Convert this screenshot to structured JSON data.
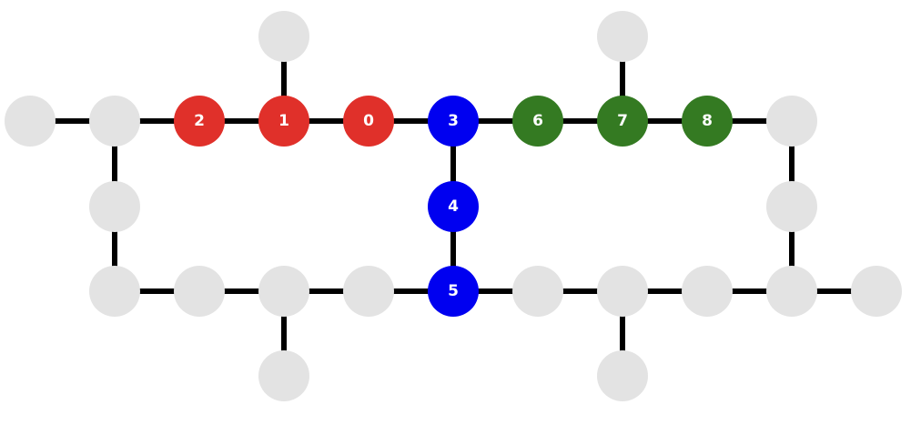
{
  "colors": {
    "edge": "#000000",
    "idle": "#e3e3e3",
    "red": "#e0302a",
    "blue": "#0000f0",
    "green": "#347a22",
    "label": "#ffffff"
  },
  "nodes": [
    {
      "id": "n-far-left",
      "group": "idle",
      "label": ""
    },
    {
      "id": "n-top-left-corner",
      "group": "idle",
      "label": ""
    },
    {
      "id": "q2",
      "group": "red",
      "label": "2"
    },
    {
      "id": "q1",
      "group": "red",
      "label": "1"
    },
    {
      "id": "q0",
      "group": "red",
      "label": "0"
    },
    {
      "id": "q3",
      "group": "blue",
      "label": "3"
    },
    {
      "id": "q6",
      "group": "green",
      "label": "6"
    },
    {
      "id": "q7",
      "group": "green",
      "label": "7"
    },
    {
      "id": "q8",
      "group": "green",
      "label": "8"
    },
    {
      "id": "n-top-right-corner",
      "group": "idle",
      "label": ""
    },
    {
      "id": "n-stub-above-1",
      "group": "idle",
      "label": ""
    },
    {
      "id": "n-stub-above-7",
      "group": "idle",
      "label": ""
    },
    {
      "id": "n-left-mid",
      "group": "idle",
      "label": ""
    },
    {
      "id": "q4",
      "group": "blue",
      "label": "4"
    },
    {
      "id": "n-right-mid",
      "group": "idle",
      "label": ""
    },
    {
      "id": "n-bottom-left-corner",
      "group": "idle",
      "label": ""
    },
    {
      "id": "n-bottom-2",
      "group": "idle",
      "label": ""
    },
    {
      "id": "n-bottom-3",
      "group": "idle",
      "label": ""
    },
    {
      "id": "n-bottom-4",
      "group": "idle",
      "label": ""
    },
    {
      "id": "q5",
      "group": "blue",
      "label": "5"
    },
    {
      "id": "n-bottom-6",
      "group": "idle",
      "label": ""
    },
    {
      "id": "n-bottom-7",
      "group": "idle",
      "label": ""
    },
    {
      "id": "n-bottom-8",
      "group": "idle",
      "label": ""
    },
    {
      "id": "n-bottom-right-corner",
      "group": "idle",
      "label": ""
    },
    {
      "id": "n-far-right",
      "group": "idle",
      "label": ""
    },
    {
      "id": "n-stub-below-3",
      "group": "idle",
      "label": ""
    },
    {
      "id": "n-stub-below-7",
      "group": "idle",
      "label": ""
    }
  ],
  "edges": [
    [
      "n-far-left",
      "n-top-left-corner"
    ],
    [
      "n-top-left-corner",
      "q2"
    ],
    [
      "q2",
      "q1"
    ],
    [
      "q1",
      "q0"
    ],
    [
      "q0",
      "q3"
    ],
    [
      "q3",
      "q6"
    ],
    [
      "q6",
      "q7"
    ],
    [
      "q7",
      "q8"
    ],
    [
      "q8",
      "n-top-right-corner"
    ],
    [
      "q1",
      "n-stub-above-1"
    ],
    [
      "q7",
      "n-stub-above-7"
    ],
    [
      "n-top-left-corner",
      "n-left-mid"
    ],
    [
      "n-left-mid",
      "n-bottom-left-corner"
    ],
    [
      "q3",
      "q4"
    ],
    [
      "q4",
      "q5"
    ],
    [
      "n-top-right-corner",
      "n-right-mid"
    ],
    [
      "n-right-mid",
      "n-bottom-right-corner"
    ],
    [
      "n-bottom-left-corner",
      "n-bottom-2"
    ],
    [
      "n-bottom-2",
      "n-bottom-3"
    ],
    [
      "n-bottom-3",
      "n-bottom-4"
    ],
    [
      "n-bottom-4",
      "q5"
    ],
    [
      "q5",
      "n-bottom-6"
    ],
    [
      "n-bottom-6",
      "n-bottom-7"
    ],
    [
      "n-bottom-7",
      "n-bottom-8"
    ],
    [
      "n-bottom-8",
      "n-bottom-right-corner"
    ],
    [
      "n-bottom-right-corner",
      "n-far-right"
    ],
    [
      "n-bottom-3",
      "n-stub-below-3"
    ],
    [
      "n-bottom-7",
      "n-stub-below-7"
    ]
  ]
}
